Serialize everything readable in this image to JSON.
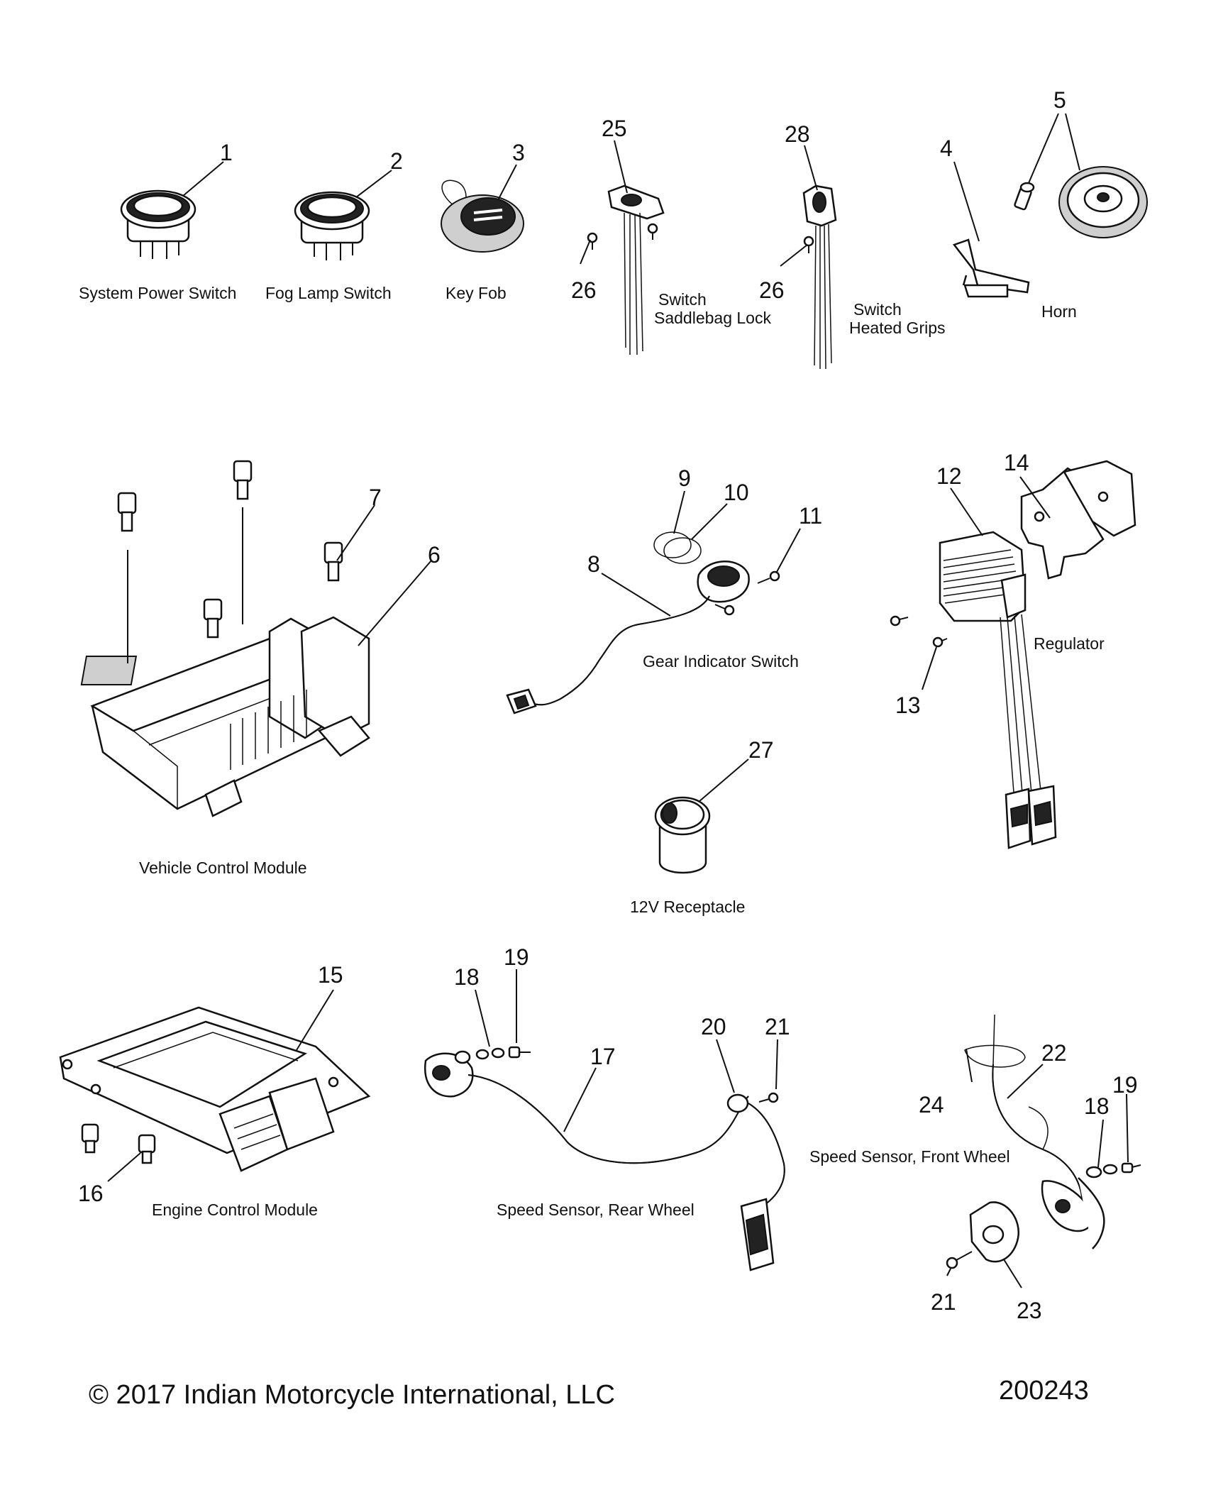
{
  "callouts": {
    "c1": "1",
    "c2": "2",
    "c3": "3",
    "c4": "4",
    "c5": "5",
    "c25": "25",
    "c26a": "26",
    "c28": "28",
    "c26b": "26",
    "c7": "7",
    "c6": "6",
    "c9": "9",
    "c10": "10",
    "c11": "11",
    "c8": "8",
    "c12": "12",
    "c14": "14",
    "c13": "13",
    "c27": "27",
    "c15": "15",
    "c16": "16",
    "c18a": "18",
    "c19a": "19",
    "c17": "17",
    "c20": "20",
    "c21a": "21",
    "c22": "22",
    "c24": "24",
    "c18b": "18",
    "c19b": "19",
    "c21b": "21",
    "c23": "23"
  },
  "labels": {
    "system_power_switch": "System Power Switch",
    "fog_lamp_switch": "Fog Lamp Switch",
    "key_fob": "Key Fob",
    "switch_saddlebag_1": "Switch",
    "switch_saddlebag_2": "Saddlebag Lock",
    "switch_heated_1": "Switch",
    "switch_heated_2": "Heated Grips",
    "horn": "Horn",
    "vehicle_control_module": "Vehicle Control Module",
    "gear_indicator_switch": "Gear Indicator Switch",
    "regulator": "Regulator",
    "receptacle_12v": "12V Receptacle",
    "engine_control_module": "Engine Control Module",
    "speed_sensor_rear": "Speed Sensor, Rear Wheel",
    "speed_sensor_front": "Speed Sensor, Front Wheel"
  },
  "footer": {
    "copyright": "© 2017 Indian Motorcycle International, LLC",
    "figure_id": "200243"
  }
}
